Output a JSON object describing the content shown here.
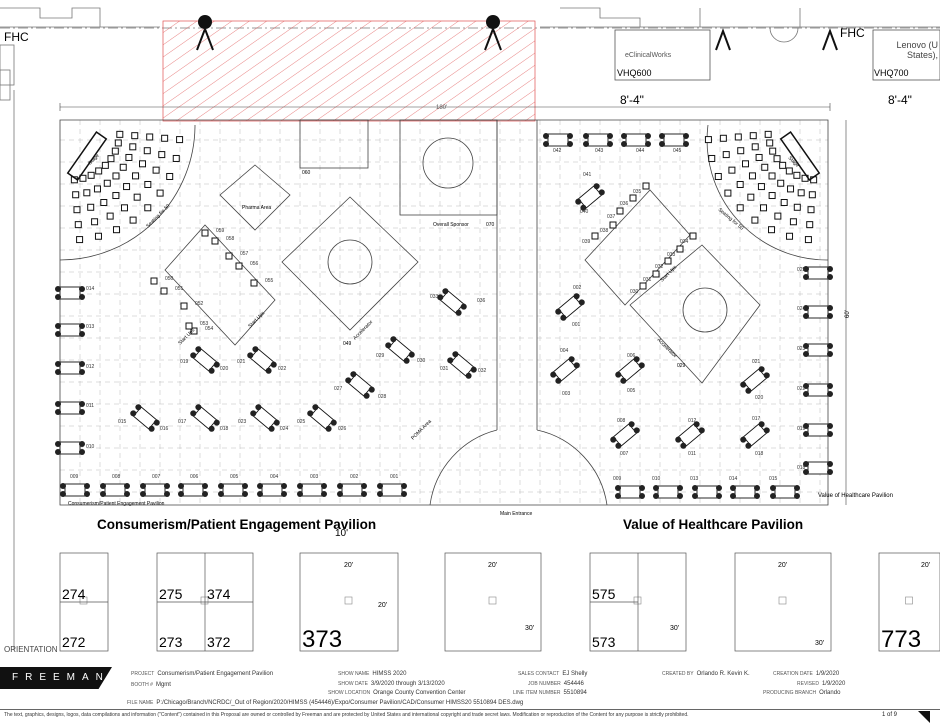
{
  "plan": {
    "fhc_left": "FHC",
    "fhc_right": "FHC",
    "eclinicalworks": "eClinicalWorks",
    "vhq600": "VHQ600",
    "vhq700": "VHQ700",
    "lenovo": "Lenovo (U States),",
    "dim_total": "180'",
    "dim_a": "8'-4\"",
    "dim_b": "8'-4\"",
    "dim_side": "60'",
    "dim_10": "10'",
    "stage": "Stage",
    "seating": "Seating for 50",
    "pharma_area": "Pharma Area",
    "overall_sponsor": "Overall Sponsor",
    "accelerator": "Accelerator",
    "start_ups": "Start Ups",
    "poma_area": "POMA Area",
    "main_entrance": "Main Entrance",
    "booth_060": "060",
    "booth_070": "070",
    "booth_049": "049",
    "booth_029r": "029",
    "left_pavilion_small": "Consumerism/Patient Engagement Pavilion",
    "right_pavilion_small": "Value of Healthcare Pavilion",
    "left_pavilion_title": "Consumerism/Patient Engagement Pavilion",
    "right_pavilion_title": "Value of Healthcare Pavilion",
    "orientation": "ORIENTATION"
  },
  "left_booths": [
    "009",
    "008",
    "007",
    "006",
    "005",
    "004",
    "003",
    "002",
    "001",
    "014",
    "013",
    "012",
    "011",
    "010",
    "015",
    "016",
    "017",
    "018",
    "023",
    "024",
    "025",
    "026",
    "019",
    "020",
    "021",
    "022",
    "027",
    "028",
    "029",
    "030",
    "031",
    "032",
    "033",
    "036"
  ],
  "left_tables": [
    "059",
    "058",
    "057",
    "056",
    "055",
    "050",
    "051",
    "052",
    "054",
    "053"
  ],
  "right_booths": [
    "042",
    "043",
    "044",
    "045",
    "041",
    "040",
    "002",
    "001",
    "004",
    "003",
    "006",
    "005",
    "021",
    "020",
    "008",
    "007",
    "012",
    "011",
    "017",
    "018",
    "009",
    "010",
    "013",
    "014",
    "015",
    "025",
    "024",
    "023",
    "022",
    "019",
    "018"
  ],
  "right_tables": [
    "035",
    "036",
    "037",
    "038",
    "039",
    "034",
    "033",
    "032",
    "031",
    "030"
  ],
  "outer_booths": [
    {
      "number": "274"
    },
    {
      "number": "272"
    },
    {
      "number": "275"
    },
    {
      "number": "374"
    },
    {
      "number": "273"
    },
    {
      "number": "372"
    },
    {
      "number": "373",
      "dims": [
        "20'",
        "20'"
      ]
    },
    {
      "number": "",
      "dims": [
        "20'",
        "30'"
      ]
    },
    {
      "number": "575"
    },
    {
      "number": "573",
      "dims": [
        "30'"
      ]
    },
    {
      "number": "",
      "dims": [
        "20'",
        "30'"
      ]
    },
    {
      "number": "773",
      "dims": [
        "20'"
      ]
    }
  ],
  "title_block": {
    "logo": "FREEMAN",
    "project_label": "PROJECT",
    "project": "Consumerism/Patient Engagement Pavilion",
    "booth_label": "BOOTH #",
    "booth": "Mgmt",
    "show_name_label": "SHOW NAME",
    "show_name": "HIMSS 2020",
    "show_date_label": "SHOW DATE",
    "show_date": "3/9/2020 through 3/13/2020",
    "show_location_label": "SHOW LOCATION",
    "show_location": "Orange County Convention Center",
    "sales_contact_label": "SALES CONTACT",
    "sales_contact": "EJ Shelly",
    "job_number_label": "JOB NUMBER",
    "job_number": "454446",
    "line_item_label": "LINE ITEM NUMBER",
    "line_item": "5510894",
    "created_by_label": "CREATED BY",
    "created_by": "Orlando R. Kevin K.",
    "creation_date_label": "CREATION DATE",
    "creation_date": "1/9/2020",
    "revised_label": "REVISED",
    "revised": "1/9/2020",
    "producing_branch_label": "PRODUCING BRANCH",
    "producing_branch": "Orlando",
    "file_name_label": "FILE NAME",
    "file_name": "P:/Chicago/Branch/NCRDC/_Out of Region/2020/HIMSS (454446)/Expo/Consumer Pavilion/CAD/Consumer HIMSS20 5510894 DES.dwg",
    "disclaimer": "The text, graphics, designs, logos, data compilations and information (\"Content\") contained in this Proposal are owned or controlled by Freeman and are protected by United States and international copyright and trade secret laws. Modification or reproduction of the Content for any purpose is strictly prohibited.",
    "page": "1 of 9"
  }
}
